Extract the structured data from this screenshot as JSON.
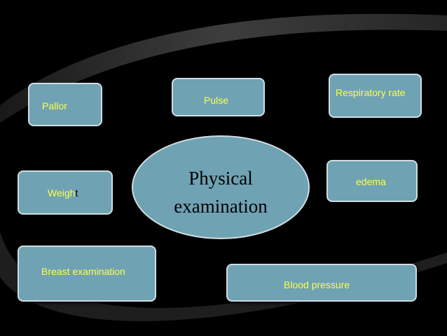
{
  "diagram": {
    "center": {
      "line1": "Physical",
      "line2": "examination"
    },
    "items": {
      "pallor": "Pallor",
      "pulse": "Pulse",
      "respiratory_rate": "Respiratory rate",
      "weight_main": "Weigh",
      "weight_tail": "t",
      "edema": "edema",
      "breast_examination": "Breast examination",
      "blood_pressure": "Blood pressure"
    }
  },
  "colors": {
    "background": "#000000",
    "shape_fill": "#6fa2b3",
    "shape_border": "#d0dde2",
    "label_text": "#ffff4a",
    "center_text": "#000000",
    "swoosh": "#3a3a3a"
  }
}
